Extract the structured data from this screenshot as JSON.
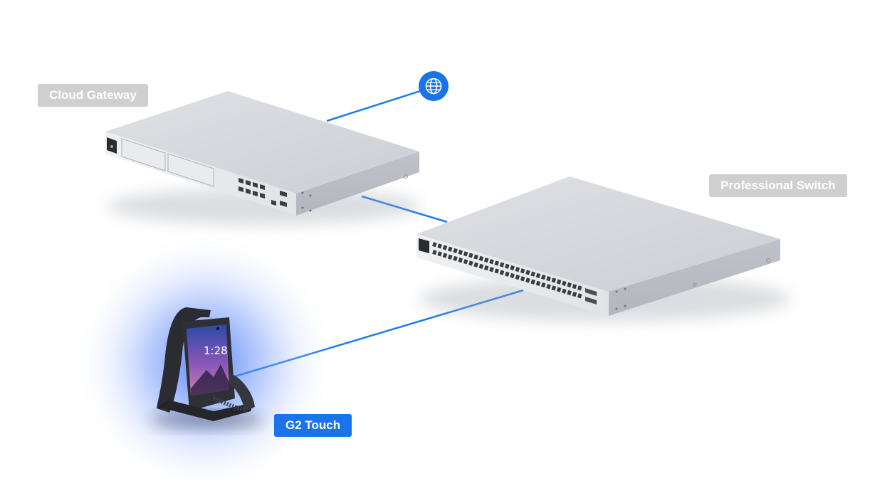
{
  "labels": {
    "cloud_gateway": "Cloud Gateway",
    "professional_switch": "Professional Switch",
    "g2_touch": "G2 Touch"
  },
  "phone_screen": {
    "time": "1:28"
  },
  "icons": {
    "internet": "globe-icon"
  },
  "colors": {
    "link_line": "#1e7bf0",
    "accent": "#1a73e8",
    "label_muted": "#cfcfcf",
    "device_body": "#d9dbe0",
    "phone_glow": "#4f7df8"
  }
}
